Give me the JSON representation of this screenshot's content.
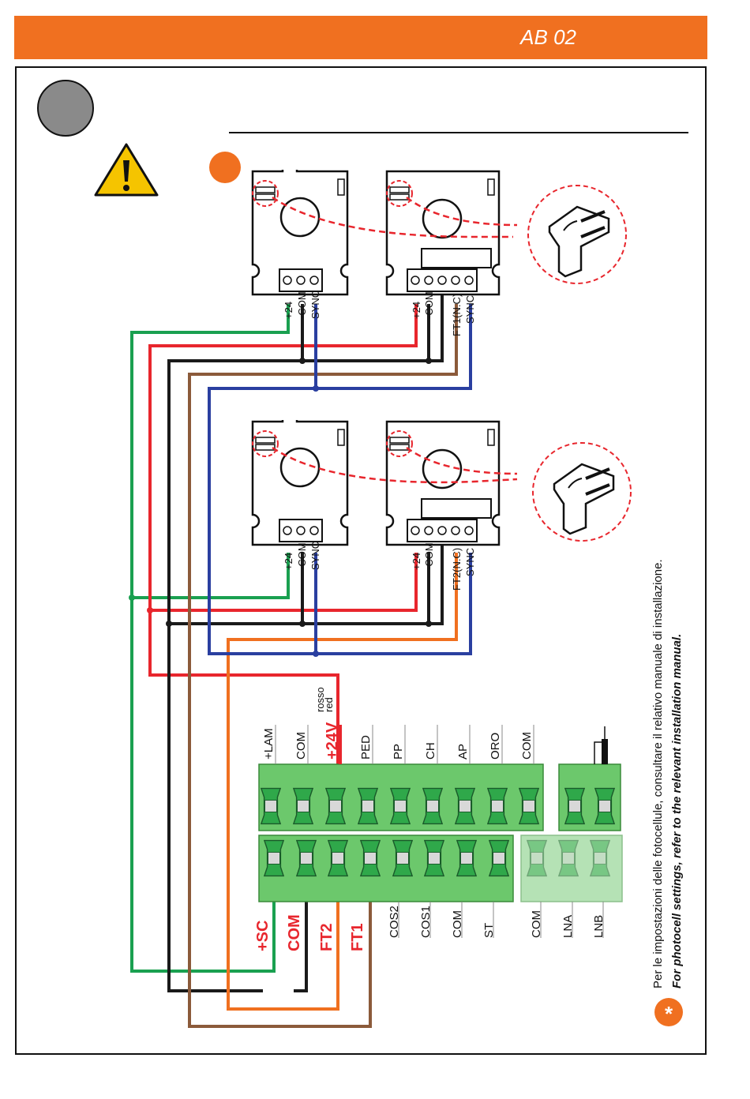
{
  "header": {
    "code": "AB 02",
    "color": "#f07020"
  },
  "photocells": {
    "top_tx": {
      "terminals": [
        "+24",
        "-COM",
        "SYNC"
      ]
    },
    "top_rx": {
      "terminals": [
        "+24",
        "-COM",
        "FT1(N.C)",
        "SYNC"
      ]
    },
    "bottom_tx": {
      "terminals": [
        "+24",
        "-COM",
        "SYNC"
      ]
    },
    "bottom_rx": {
      "terminals": [
        "+24",
        "-COM",
        "FT2(N.C)",
        "SYNC"
      ]
    }
  },
  "wire_note": {
    "line1": "rosso",
    "line2": "red"
  },
  "terminal_block": {
    "top_labels": [
      "+LAM",
      "COM",
      "+24V",
      "PED",
      "PP",
      "CH",
      "AP",
      "ORO",
      "COM"
    ],
    "bottom_labels": [
      "+SC",
      "COM",
      "FT2",
      "FT1",
      "COS2",
      "COS1",
      "COM",
      "ST",
      "COM",
      "LNA",
      "LNB"
    ]
  },
  "note": {
    "it": "Per le impostazioni delle fotocellule, consultare il relativo manuale di installazione.",
    "en": "For photocell settings, refer to the relevant installation manual.",
    "badge": "*"
  },
  "colors": {
    "green": "#1aa050",
    "red": "#e8262d",
    "black": "#1a1a1a",
    "brown": "#8b5a3a",
    "blue": "#2a3fa0",
    "orange": "#f07020",
    "terminal": "#6cc86c"
  },
  "icons": [
    "warning-icon",
    "jumper-connector-icon",
    "step-circle-icon"
  ]
}
